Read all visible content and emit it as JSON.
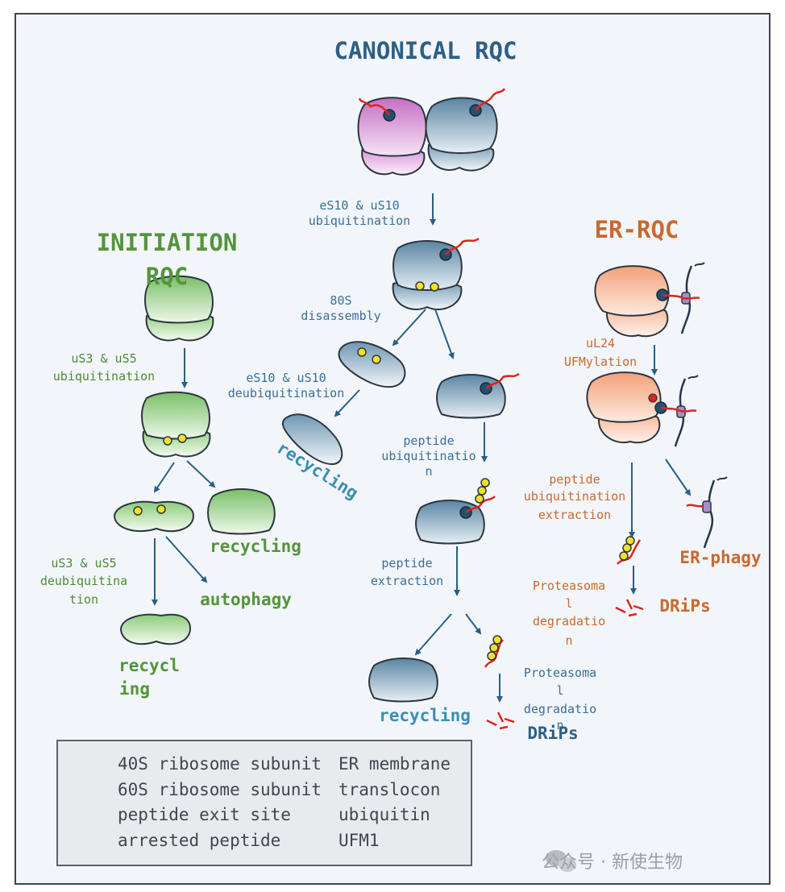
{
  "titles": {
    "canonical": "CANONICAL RQC",
    "initiation_line1": "INITIATION",
    "initiation_line2": "RQC",
    "er": "ER-RQC"
  },
  "canonical": {
    "step1_l1": "eS10 & uS10",
    "step1_l2": "ubiquitination",
    "step2_l1": "80S",
    "step2_l2": "disassembly",
    "deubi_l1": "eS10 & uS10",
    "deubi_l2": "deubiquitination",
    "recycling_40s": "recycling",
    "pep_ubi_l1": "peptide",
    "pep_ubi_l2": "ubiquitinatio",
    "pep_ubi_l3": "n",
    "pep_ext_l1": "peptide",
    "pep_ext_l2": "extraction",
    "recycling_60s": "recycling",
    "prot_l1": "Proteasoma",
    "prot_l2": "l",
    "prot_l3": "degradatio",
    "prot_l4": "n",
    "drips": "DRiPs"
  },
  "initiation": {
    "ubi_l1": "uS3 & uS5",
    "ubi_l2": "ubiquitination",
    "recycling_top": "recycling",
    "deubi_l1": "uS3 & uS5",
    "deubi_l2": "deubiquitina",
    "deubi_l3": "tion",
    "autophagy": "autophagy",
    "recycling_bottom_l1": "recycl",
    "recycling_bottom_l2": "ing"
  },
  "er": {
    "ufm_l1": "uL24",
    "ufm_l2": "UFMylation",
    "pep_l1": "peptide",
    "pep_l2": "ubiquitination",
    "pep_l3": "extraction",
    "erphagy": "ER-phagy",
    "prot_l1": "Proteasoma",
    "prot_l2": "l",
    "prot_l3": "degradatio",
    "prot_l4": "n",
    "drips": "DRiPs"
  },
  "legend": [
    {
      "icon": "subunit-40s-icon",
      "label": "40S ribosome subunit"
    },
    {
      "icon": "subunit-60s-icon",
      "label": "60S ribosome subunit"
    },
    {
      "icon": "peptide-exit-site-icon",
      "label": "peptide exit site"
    },
    {
      "icon": "arrested-peptide-icon",
      "label": "arrested peptide"
    },
    {
      "icon": "er-membrane-icon",
      "label": "ER membrane"
    },
    {
      "icon": "translocon-icon",
      "label": "translocon"
    },
    {
      "icon": "ubiquitin-icon",
      "label": "ubiquitin"
    },
    {
      "icon": "ufm1-icon",
      "label": "UFM1"
    }
  ],
  "watermark": "公众号 · 新使生物",
  "colors": {
    "blue_ribosome": "#5d87a4",
    "green_ribosome": "#7cc26a",
    "orange_ribosome": "#f2a27c",
    "pink_ribosome": "#cc7cc9",
    "peptide": "#e0241c",
    "ubiquitin": "#f2e12a",
    "ufm1": "#d8241c"
  }
}
